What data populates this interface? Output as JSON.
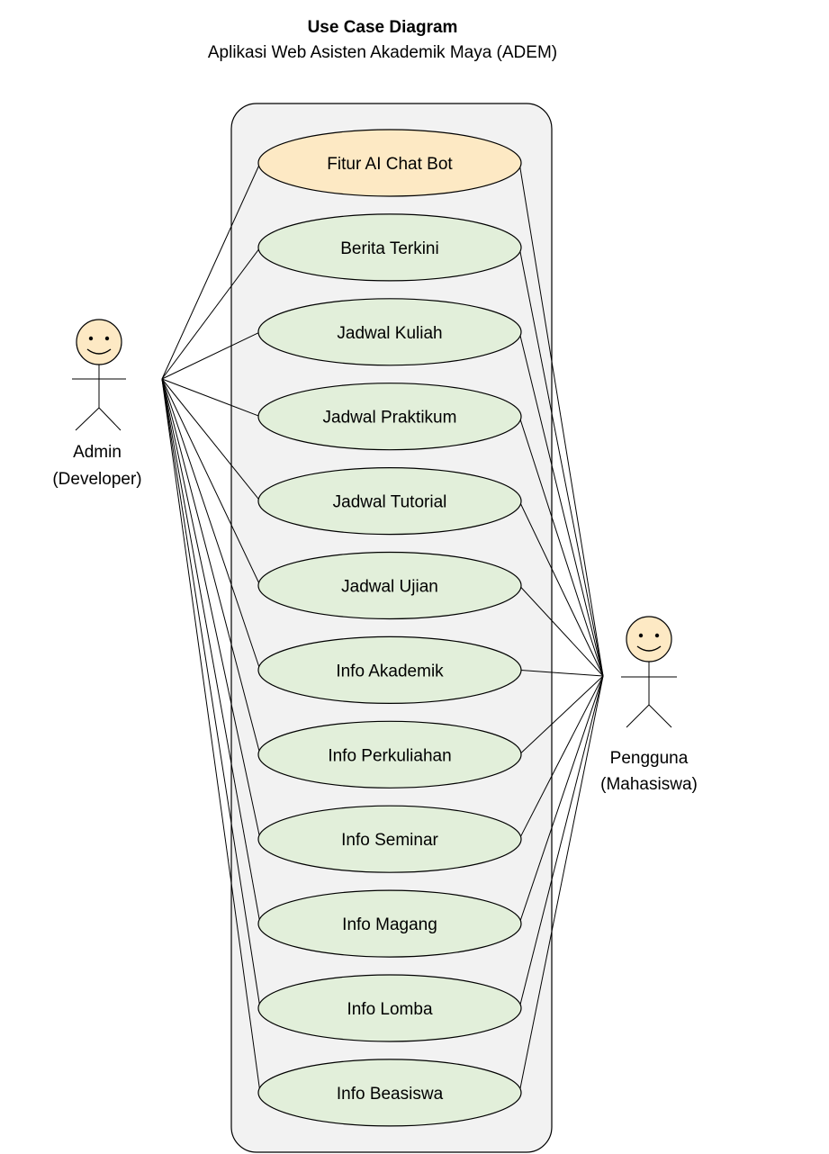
{
  "title": "Use Case Diagram",
  "subtitle": "Aplikasi Web Asisten Akademik Maya (ADEM)",
  "colors": {
    "system_fill": "#f2f2f2",
    "highlight_fill": "#fde9c4",
    "usecase_fill": "#e2efda",
    "actor_face": "#fde9c4"
  },
  "actors": {
    "admin": {
      "line1": "Admin",
      "line2": "(Developer)",
      "icon": "stick-figure-icon"
    },
    "user": {
      "line1": "Pengguna",
      "line2": "(Mahasiswa)",
      "icon": "stick-figure-icon"
    }
  },
  "use_cases": [
    {
      "label": "Fitur AI Chat Bot",
      "highlight": true
    },
    {
      "label": "Berita Terkini",
      "highlight": false
    },
    {
      "label": "Jadwal Kuliah",
      "highlight": false
    },
    {
      "label": "Jadwal Praktikum",
      "highlight": false
    },
    {
      "label": "Jadwal Tutorial",
      "highlight": false
    },
    {
      "label": "Jadwal Ujian",
      "highlight": false
    },
    {
      "label": "Info Akademik",
      "highlight": false
    },
    {
      "label": "Info Perkuliahan",
      "highlight": false
    },
    {
      "label": "Info Seminar",
      "highlight": false
    },
    {
      "label": "Info Magang",
      "highlight": false
    },
    {
      "label": "Info Lomba",
      "highlight": false
    },
    {
      "label": "Info Beasiswa",
      "highlight": false
    }
  ]
}
